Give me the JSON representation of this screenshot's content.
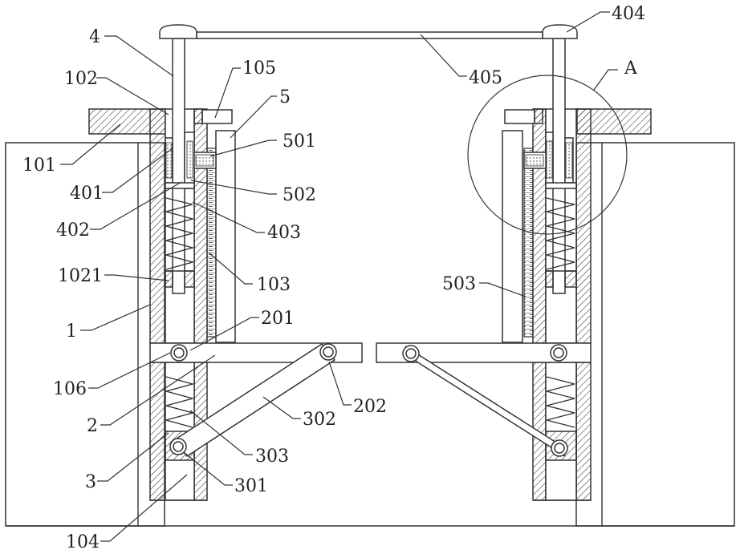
{
  "labels": {
    "l4": "4",
    "l102": "102",
    "l105": "105",
    "l5": "5",
    "l404": "404",
    "l405": "405",
    "lA": "A",
    "l101": "101",
    "l501": "501",
    "l401": "401",
    "l502": "502",
    "l402": "402",
    "l403": "403",
    "l1021": "1021",
    "l103": "103",
    "l503": "503",
    "l1": "1",
    "l201": "201",
    "l106": "106",
    "l2": "2",
    "l202": "202",
    "l302": "302",
    "l303": "303",
    "l3": "3",
    "l301": "301",
    "l104": "104"
  }
}
